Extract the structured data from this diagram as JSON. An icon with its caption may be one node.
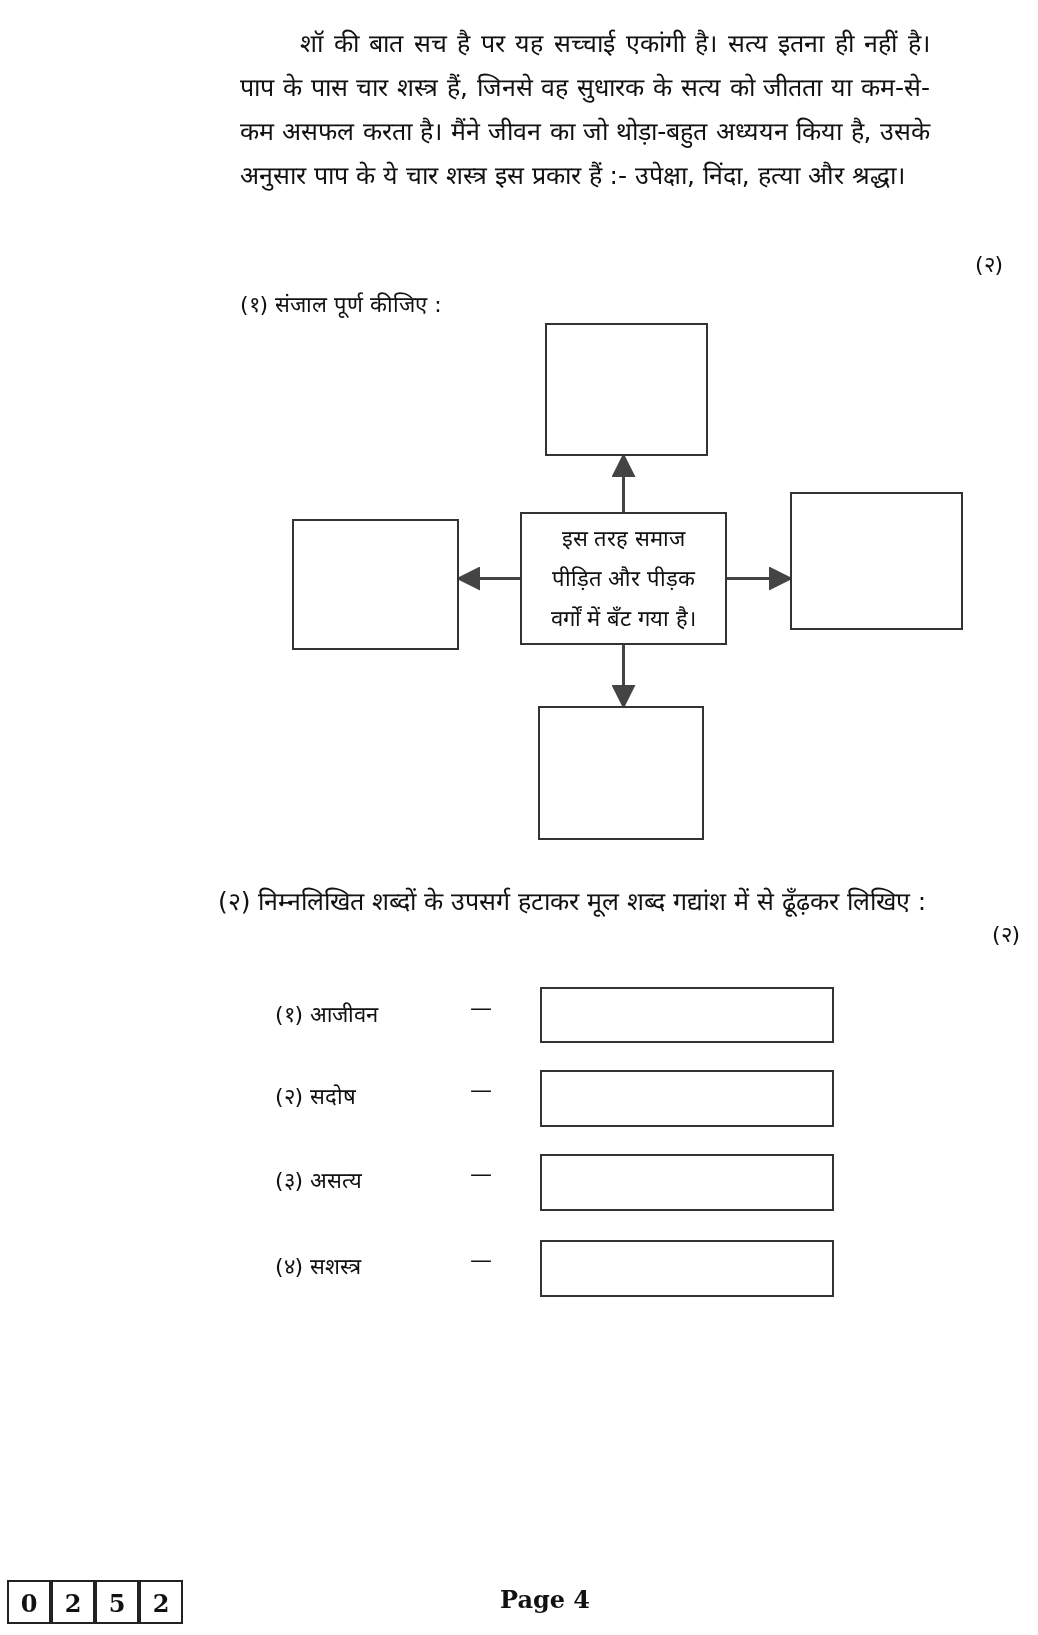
{
  "diagram": {
    "nodes": [
      {
        "text": [],
        "shape": "box"
      },
      {
        "text": [],
        "shape": "box"
      },
      {
        "text": [
          "इस तरह समाज पीड़ित और पीड़क वर्गों में बँट गया है।"
        ]
      },
      {
        "text": [],
        "shape": "box"
      },
      {
        "text": [],
        "shape": "box"
      },
      {
        "text": [],
        "shape": "box"
      },
      {
        "text": [],
        "shape": "box"
      },
      {
        "text": [],
        "shape": "box"
      },
      {
        "text": [],
        "shape": "box"
      }
    ],
    "edges": [
      {
        "from": 2,
        "to": 0,
        "arrow": "to"
      },
      {
        "from": 2,
        "to": 1,
        "arrow": "to"
      },
      {
        "from": 2,
        "to": 3,
        "arrow": "to"
      },
      {
        "from": 2,
        "to": 4,
        "arrow": "to"
      }
    ],
    "labels": [
      "शॉ की बात सच है पर यह सच्चाई एकांगी है। सत्य इतना ही नहीं है। पाप के पास चार शस्त्र हैं, जिनसे वह सुधारक के सत्य को जीतता या कम-से-कम असफल करता है। मैंने जीवन का जो थोड़ा-बहुत अध्ययन किया है, उसके अनुसार पाप के ये चार शस्त्र इस प्रकार हैं :- उपेक्षा, निंदा, हत्या और श्रद्धा।",
      "(२)",
      "(१) संजाल पूर्ण कीजिए :",
      "(२) निम्नलिखित शब्दों के उपसर्ग हटाकर मूल शब्द गद्यांश में से ढूँढ़कर लिखिए :",
      "(२)",
      "(१) आजीवन",
      "—",
      "(२) सदोष",
      "—",
      "(३) असत्य",
      "—",
      "(४) सशस्त्र",
      "—",
      "0",
      "2",
      "5",
      "2",
      "Page 4"
    ]
  }
}
